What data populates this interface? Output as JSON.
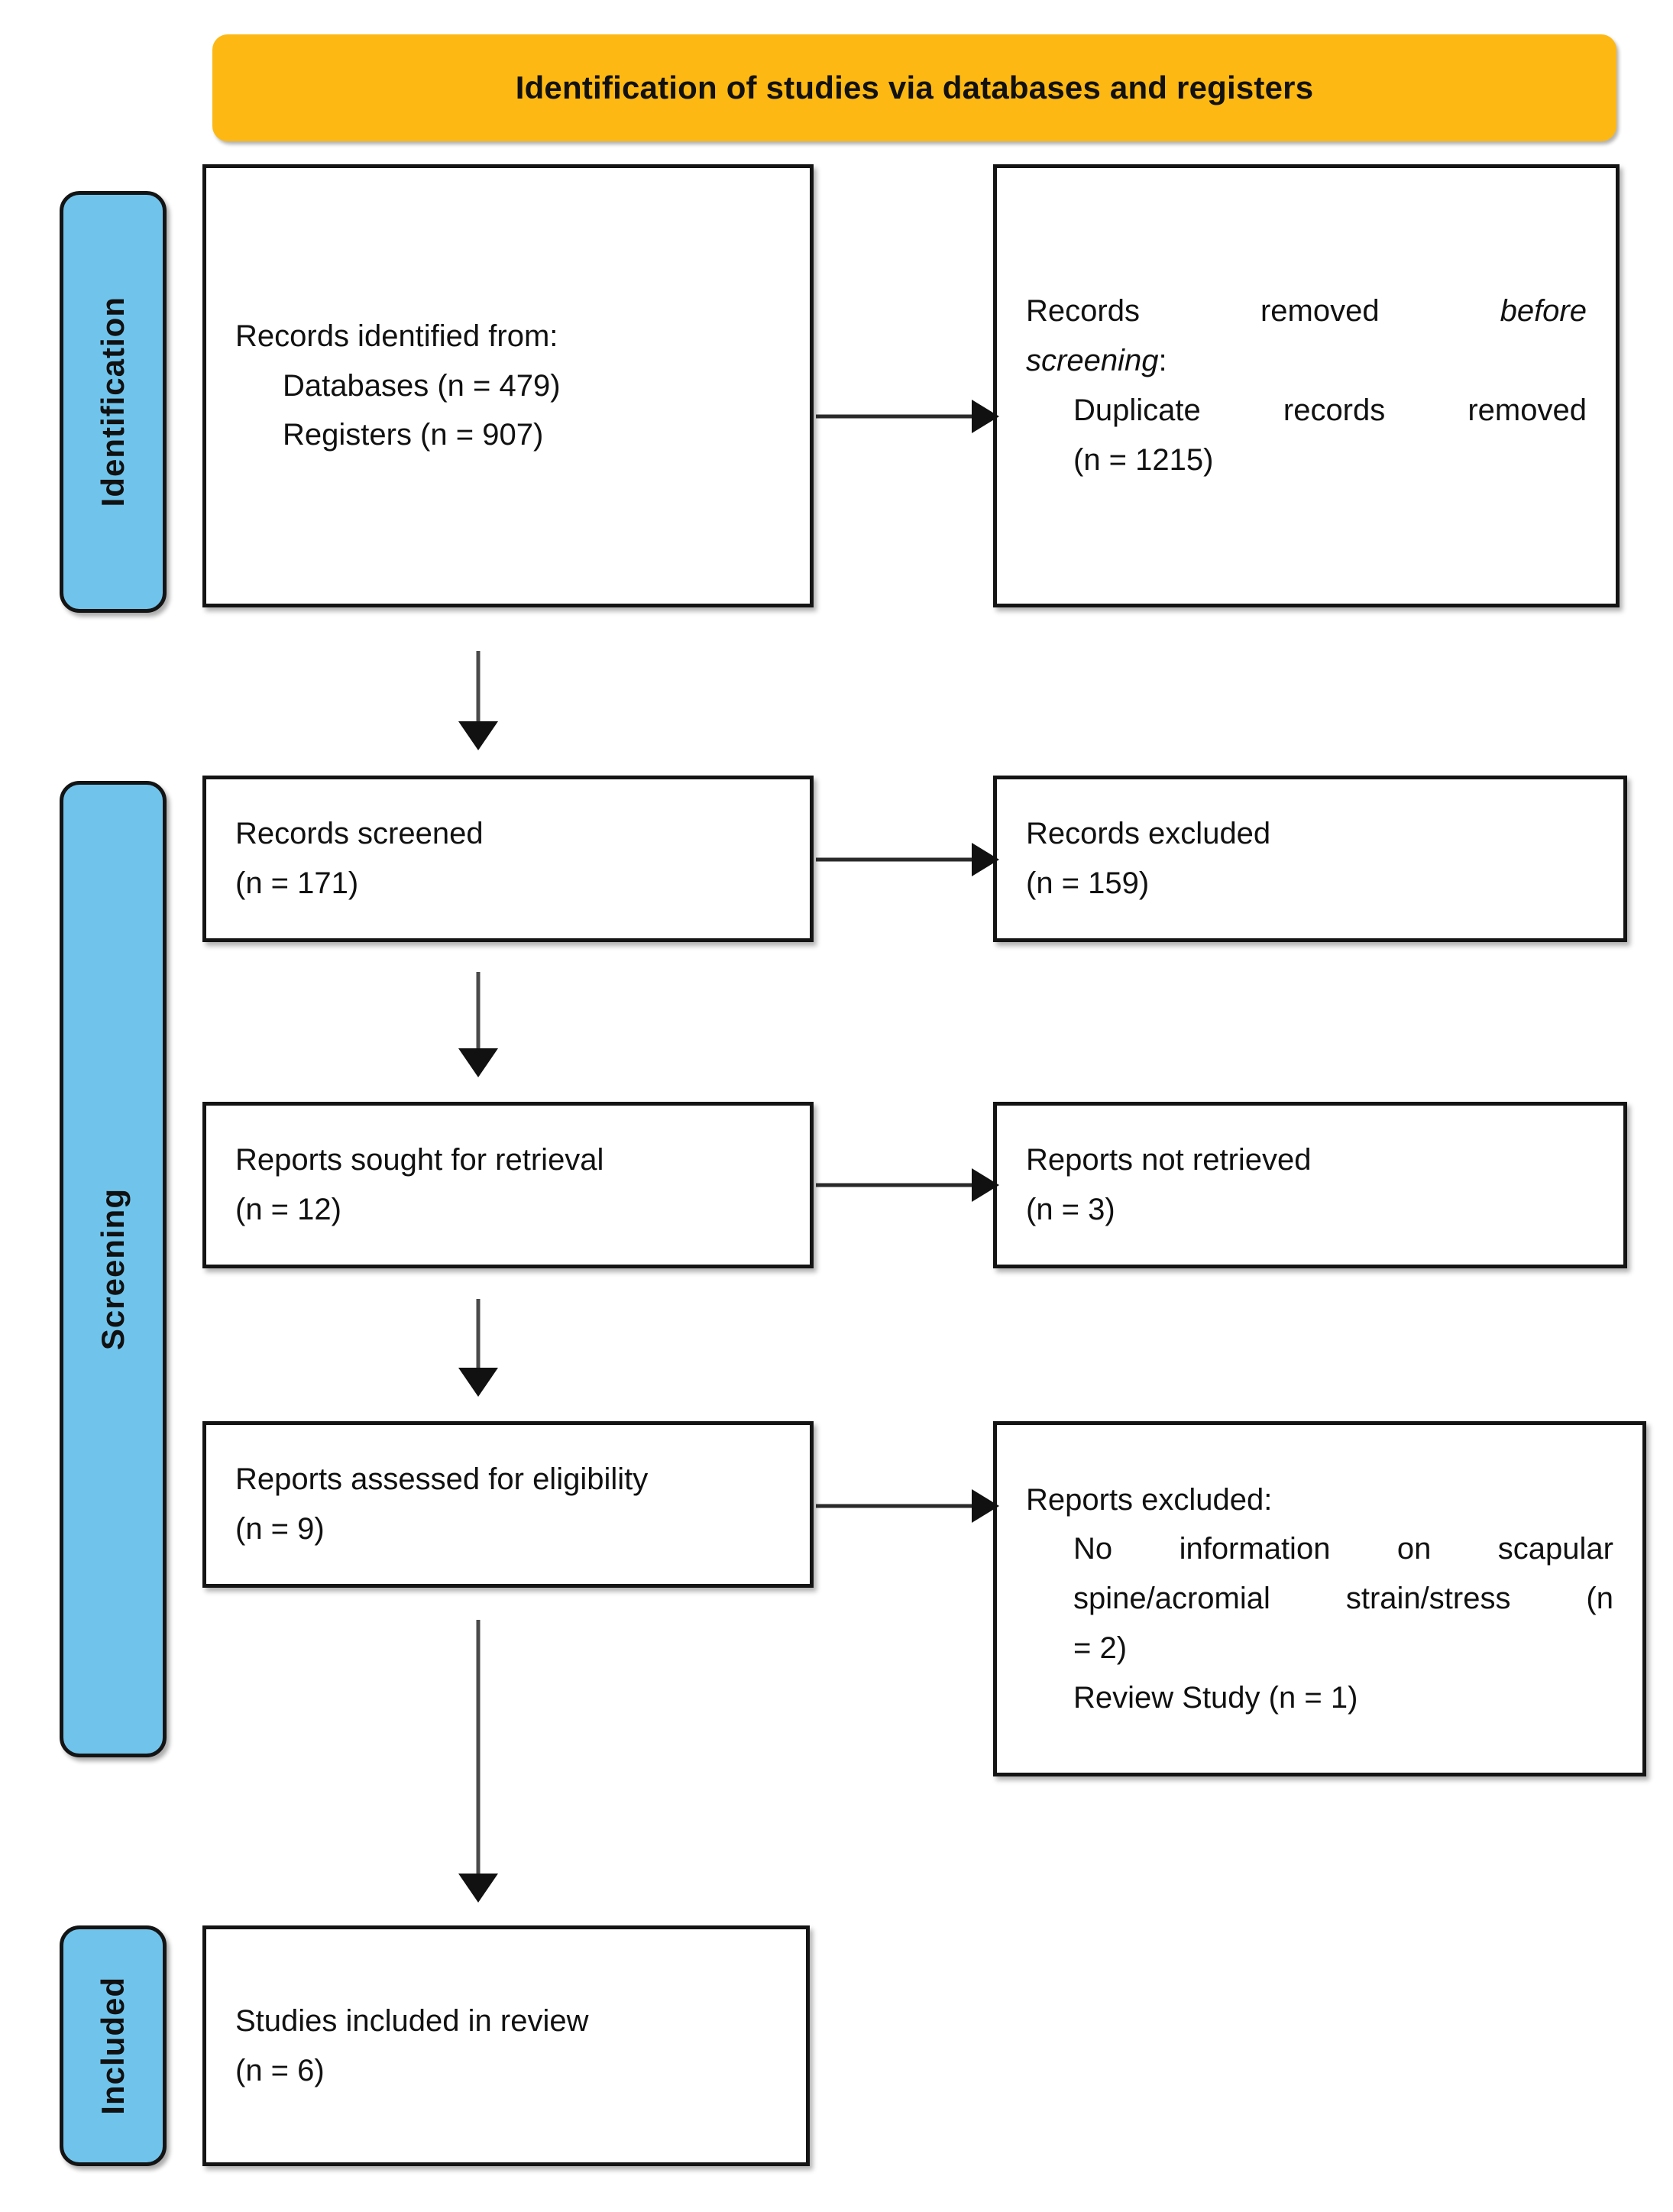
{
  "banner": {
    "title": "Identification of studies via databases and registers",
    "color": "#FDB813"
  },
  "phases": {
    "color": "#70C4EC",
    "identification": "Identification",
    "screening": "Screening",
    "included": "Included"
  },
  "boxes": {
    "identified": {
      "line1": "Records identified from:",
      "line2": "Databases (n = 479)",
      "line3": "Registers (n = 907)"
    },
    "removed": {
      "line1_prefix": "Records removed ",
      "line1_italic": "before",
      "line2_italic": "screening",
      "line2_suffix": ":",
      "line3": "Duplicate records removed",
      "line4": "(n = 1215)"
    },
    "screened": {
      "line1": "Records screened",
      "line2": "(n = 171)"
    },
    "excluded": {
      "line1": "Records excluded",
      "line2": "(n = 159)"
    },
    "sought": {
      "line1": "Reports sought for retrieval",
      "line2": "(n = 12)"
    },
    "not_retrieved": {
      "line1": "Reports not retrieved",
      "line2": "(n = 3)"
    },
    "assessed": {
      "line1": "Reports assessed for eligibility",
      "line2": "(n = 9)"
    },
    "reports_excluded": {
      "line1": "Reports excluded:",
      "line2": "No information on scapular",
      "line3": "spine/acromial strain/stress (n",
      "line4": "= 2)",
      "line5": "Review Study (n = 1)"
    },
    "included": {
      "line1": "Studies included in review",
      "line2": "(n = 6)"
    }
  }
}
